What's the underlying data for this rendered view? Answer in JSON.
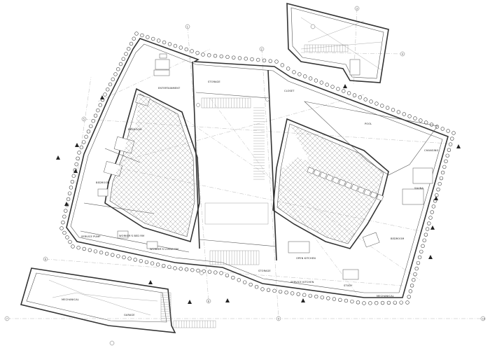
{
  "plan": {
    "rooms": {
      "entertainment": "ENTERTAINMENT",
      "storage_top": "STORAGE",
      "closet": "CLOSET",
      "pool": "POOL",
      "bedroom_1": "BEDROOM",
      "bedroom_2": "BEDROOM",
      "bedroom_3": "BEDROOM",
      "changing": "CHANGING",
      "sauna": "SAUNA",
      "service_pump": "SERVICE PUMP",
      "workers_bedroom": "WORKER'S BED RM",
      "workers_living": "WORKER'S LIVING RM",
      "storage_bottom": "STORAGE",
      "open_kitchen": "OPEN KITCHEN",
      "service_kitchen": "SERVICE KITCHEN",
      "study": "STUDY",
      "mechanical_right": "MECHANICAL",
      "mechanical_left": "MECHANICAL",
      "garage": "GARAGE"
    },
    "icons": {
      "grid_bubble": "grid-bubble-icon",
      "section_marker": "section-marker-icon",
      "elevation_marker": "elevation-marker-icon"
    }
  }
}
